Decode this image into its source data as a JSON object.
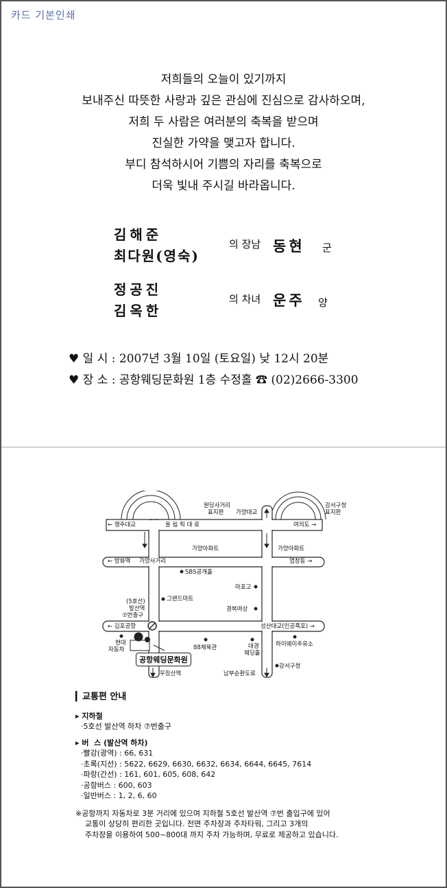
{
  "card_title": "카드 기본인쇄",
  "greeting": [
    "저희들의 오늘이 있기까지",
    "보내주신 따뜻한 사랑과 깊은 관심에 진심으로 감사하오며,",
    "저희 두 사람은 여러분의 축복을 받으며",
    "진실한 가약을 맺고자 합니다.",
    "부디 참석하시어 기쁨의 자리를 축복으로",
    "더욱 빛내 주시길 바라옵니다."
  ],
  "groom": {
    "father": "김해준",
    "mother": "최다원(영숙)",
    "relation": "의 장남",
    "name": "동현",
    "suffix": "군"
  },
  "bride": {
    "father": "정공진",
    "mother": "김옥한",
    "relation": "의 차녀",
    "name": "운주",
    "suffix": "양"
  },
  "info": {
    "date_label": "일 시 :",
    "date": "2007년 3월 10일 (토요일) 낮 12시 20분",
    "place_label": "장 소 :",
    "place": "공항웨딩문화원 1층 수정홀",
    "phone": "(02)2666-3300",
    "heart_icon": "♥",
    "phone_icon": "☎"
  },
  "map": {
    "labels": {
      "wondang": "원당사거리",
      "wondang2": "표지판",
      "gayang_bridge": "가양대교",
      "gangseo_sign": "강서구청",
      "gangseo_sign2": "표지판",
      "haengju": "← 행주대교",
      "olympic": "올 림 픽 대 로",
      "yeouido": "여의도 →",
      "gayang_apt1": "가양아파트",
      "gayang_apt2": "가양아파트",
      "banghwa": "← 방화역",
      "gayang_cross": "가양사거리",
      "yeomchang": "염창동 →",
      "sbs": "SBS공개홀",
      "mapo": "마포고",
      "grand": "그랜드마트",
      "gyeongbok": "경복여상",
      "station1": "(5호선)",
      "station2": "발산역",
      "station3": "⑦번출구",
      "gimpo": "← 김포공항",
      "seongsan": "성산대교(인공폭포) →",
      "hyundai1": "현대",
      "hyundai2": "자동차",
      "gym": "88체육관",
      "daegyeong1": "대경",
      "daegyeong2": "웨딩홀",
      "highway": "하이웨이주유소",
      "gangseo_office": "강서구청",
      "ujangsan": "우장산역",
      "nambu": "남부순환도로",
      "hall": "공항웨딩문화원"
    }
  },
  "transport": {
    "heading": "교통편 안내",
    "subway_title": "지하철",
    "subway": [
      "·5호선 발산역 하차 ⑦번출구"
    ],
    "bus_title": "버  스 (발산역 하차)",
    "bus": [
      "·빨강(광역) : 66, 631",
      "·초록(지선) : 5622, 6629, 6630, 6632, 6634, 6644, 6645, 7614",
      "·파랑(간선) : 161, 601, 605, 608, 642",
      "·공항버스 : 600, 603",
      "·일반버스 : 1, 2, 6, 60"
    ],
    "note": [
      "※공항까지 자동차로 3분 거리에 있으며 지하철 5호선 발산역 ⑦번 출입구에 있어",
      "교통이 상당히 편리한 곳입니다. 전면 주차장과 주차타워, 그리고 3개의",
      "주차장을 이용하여 500~800대 까지 주차 가능하며, 무료로 제공하고 있습니다."
    ]
  }
}
